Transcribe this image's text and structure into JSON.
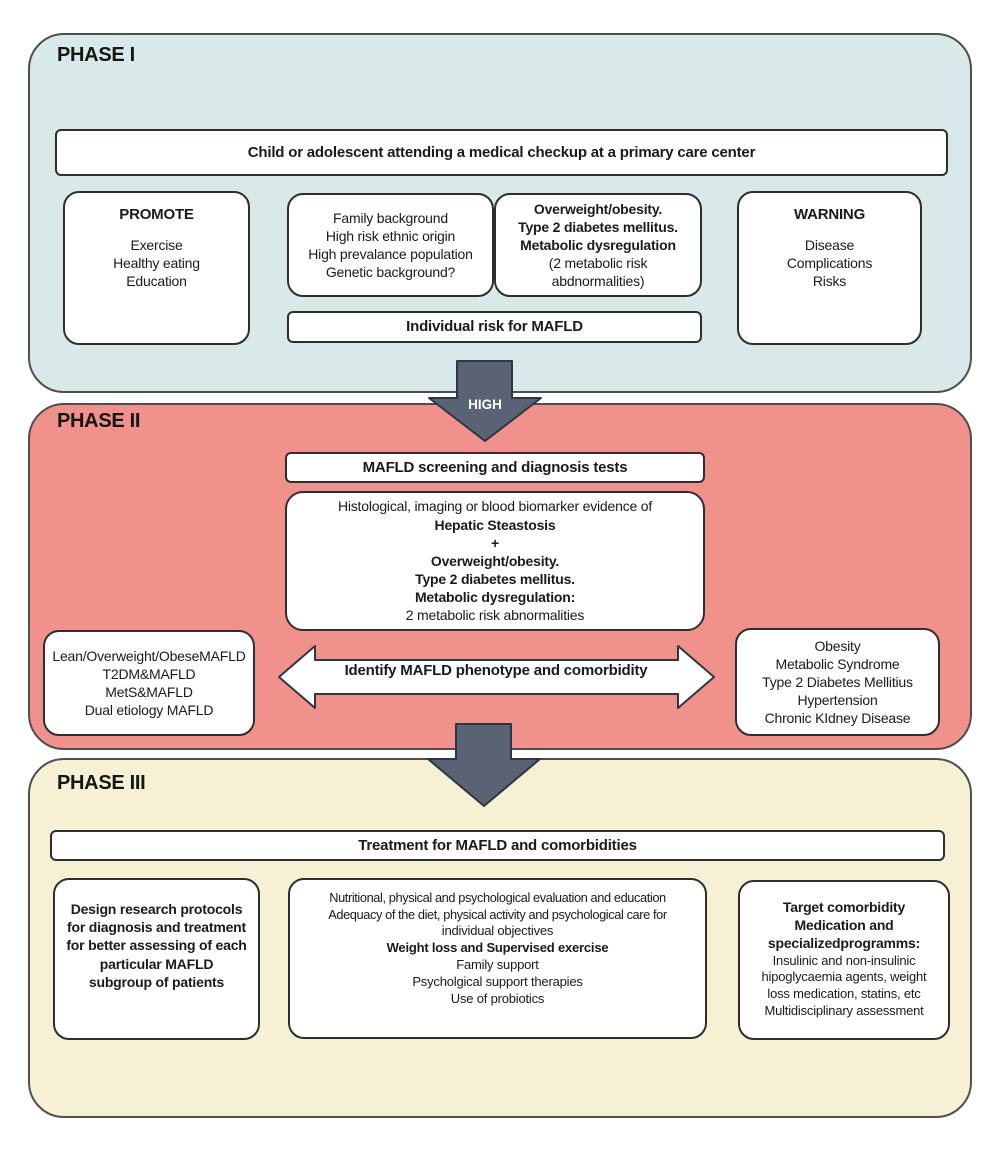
{
  "colors": {
    "phase1_bg": "#d9e8e8",
    "phase2_bg": "#f0928b",
    "phase3_bg": "#f6f1d4",
    "phase_border": "#4f4f4f",
    "box_border": "#2e2e2e",
    "arrow_fill": "#5a6375",
    "arrow_outline": "#2d3642"
  },
  "phase1": {
    "label": "PHASE I",
    "top_bar": "Child or adolescent attending a medical checkup at a primary care center",
    "promote": {
      "title": "PROMOTE",
      "lines": [
        "Exercise",
        "Healthy eating",
        "Education"
      ]
    },
    "family": {
      "lines": [
        "Family background",
        "High risk ethnic origin",
        "High prevalance population",
        "Genetic background?"
      ]
    },
    "metabolic": {
      "bold_lines": [
        "Overweight/obesity.",
        "Type 2 diabetes mellitus.",
        "Metabolic dysregulation"
      ],
      "sub_lines": [
        "(2 metabolic risk",
        "abdnormalities)"
      ]
    },
    "warning": {
      "title": "WARNING",
      "lines": [
        "Disease",
        "Complications",
        "Risks"
      ]
    },
    "risk_bar": "Individual risk for MAFLD"
  },
  "arrows": {
    "high_label": "HIGH",
    "identify_label": "Identify MAFLD phenotype and comorbidity"
  },
  "phase2": {
    "label": "PHASE II",
    "screening_bar": "MAFLD screening and diagnosis tests",
    "evidence": {
      "intro": "Histological, imaging or blood biomarker evidence of",
      "steatosis": "Hepatic Steastosis",
      "plus": "+",
      "bold_lines": [
        "Overweight/obesity.",
        "Type 2 diabetes mellitus.",
        "Metabolic dysregulation:"
      ],
      "criteria": "2 metabolic risk abnormalities"
    },
    "phenotypes": {
      "lines": [
        "Lean/Overweight/ObeseMAFLD",
        "T2DM&MAFLD",
        "MetS&MAFLD",
        "Dual etiology MAFLD"
      ]
    },
    "comorbidities": {
      "lines": [
        "Obesity",
        "Metabolic Syndrome",
        "Type 2 Diabetes Mellitius",
        "Hypertension",
        "Chronic KIdney Disease"
      ]
    }
  },
  "phase3": {
    "label": "PHASE III",
    "treatment_bar": "Treatment for MAFLD and comorbidities",
    "research": {
      "lines": [
        "Design research protocols",
        "for diagnosis and treatment",
        "for better assessing of each",
        "particular MAFLD",
        "subgroup of patients"
      ]
    },
    "lifestyle": {
      "pre_lines": [
        "Nutritional, physical and psychological evaluation and education",
        "Adequacy of the diet, physical activity and psychological care for",
        "individual objectives"
      ],
      "bold_line": "Weight loss and Supervised exercise",
      "post_lines": [
        "Family support",
        "Psycholgical support therapies",
        "Use of probiotics"
      ]
    },
    "target": {
      "bold_lines": [
        "Target comorbidity",
        "Medication and",
        "specializedprogramms:"
      ],
      "lines": [
        "Insulinic and non-insulinic",
        "hipoglycaemia agents, weight",
        "loss medication, statins, etc",
        "Multidisciplinary assessment"
      ]
    }
  }
}
